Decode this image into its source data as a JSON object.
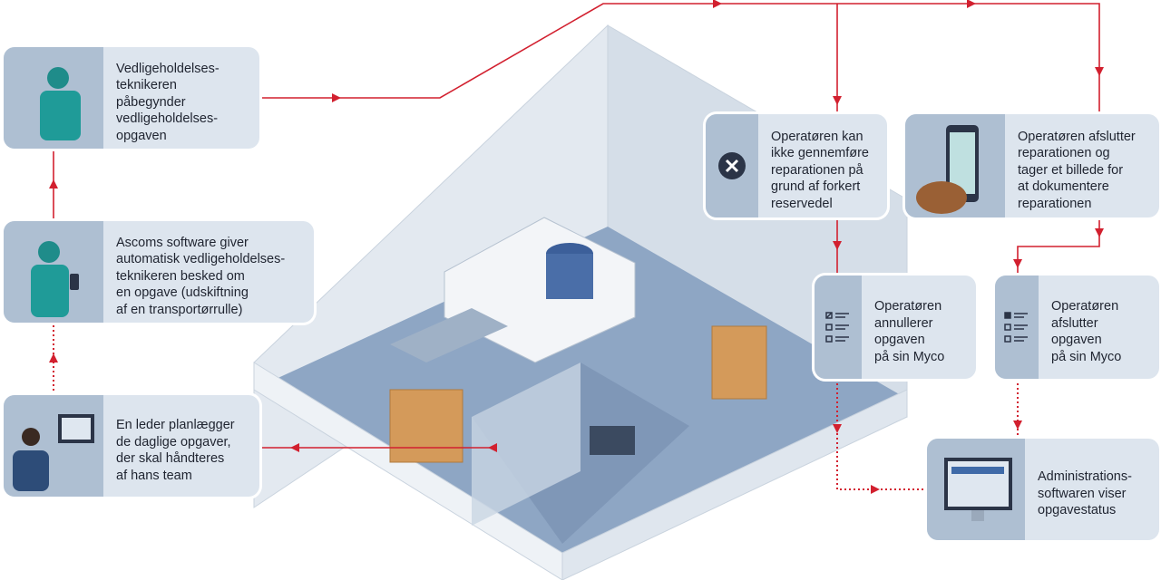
{
  "colors": {
    "accent": "#d2202f",
    "card": "#dde5ee",
    "panel": "#aebfd2",
    "floor": "#8ea6c4",
    "wall": "#e3e9f0"
  },
  "steps": [
    {
      "id": "manager",
      "icon": "manager-at-computer-icon",
      "text": "En leder planlægger\nde daglige opgaver,\nder skal håndteres\naf hans team"
    },
    {
      "id": "notify",
      "icon": "technician-with-phone-icon",
      "text": "Ascoms software giver\nautomatisk vedligeholdelses-\nteknikeren besked om\nen opgave (udskiftning\naf en transportørrulle)"
    },
    {
      "id": "start",
      "icon": "technician-working-icon",
      "text": "Vedligeholdelses-\nteknikeren\npåbegynder\nvedligeholdelses-\nopgaven"
    },
    {
      "id": "fail",
      "icon": "close-circle-icon",
      "text": "Operatøren kan\nikke gennemføre\nreparationen på\ngrund af forkert\nreservedel"
    },
    {
      "id": "photo",
      "icon": "phone-camera-icon",
      "text": "Operatøren afslutter\nreparationen og\ntager et billede for\nat dokumentere\nreparationen"
    },
    {
      "id": "cancel",
      "icon": "checklist-cancel-icon",
      "text": "Operatøren\nannullerer\nopgaven\npå sin Myco"
    },
    {
      "id": "complete",
      "icon": "checklist-complete-icon",
      "text": "Operatøren\nafslutter\nopgaven\npå sin Myco"
    },
    {
      "id": "status",
      "icon": "admin-monitor-icon",
      "text": "Administrations-\nsoftwaren viser\nopgavestatus"
    }
  ]
}
